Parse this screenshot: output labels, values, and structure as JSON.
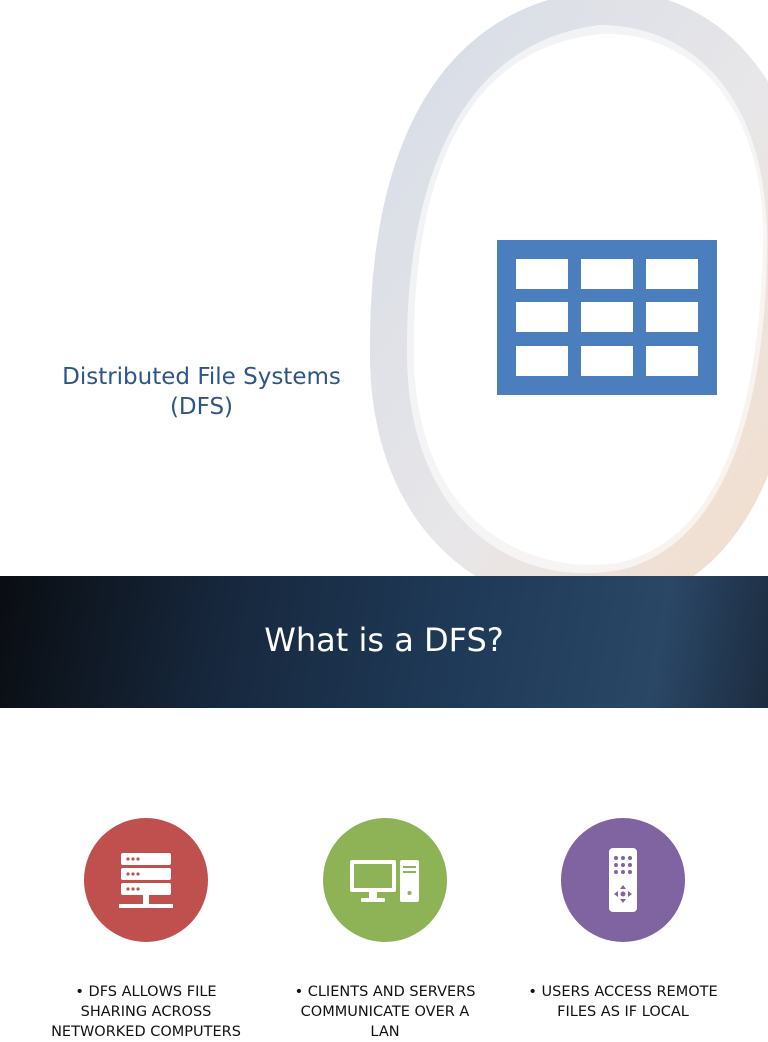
{
  "slide1": {
    "title_line1": "Distributed File Systems",
    "title_line2": "(DFS)",
    "icon": "table-grid-icon",
    "accent_color": "#4a7ebd"
  },
  "slide2": {
    "heading": "What is a DFS?",
    "features": [
      {
        "icon": "server-stack-icon",
        "color": "#c0504d",
        "text": "• DFS ALLOWS FILE SHARING ACROSS NETWORKED COMPUTERS"
      },
      {
        "icon": "desktop-computer-icon",
        "color": "#8db356",
        "text": "• CLIENTS AND SERVERS COMMUNICATE OVER A LAN"
      },
      {
        "icon": "remote-control-icon",
        "color": "#8064a2",
        "text": "• USERS ACCESS REMOTE FILES AS IF LOCAL"
      }
    ]
  }
}
